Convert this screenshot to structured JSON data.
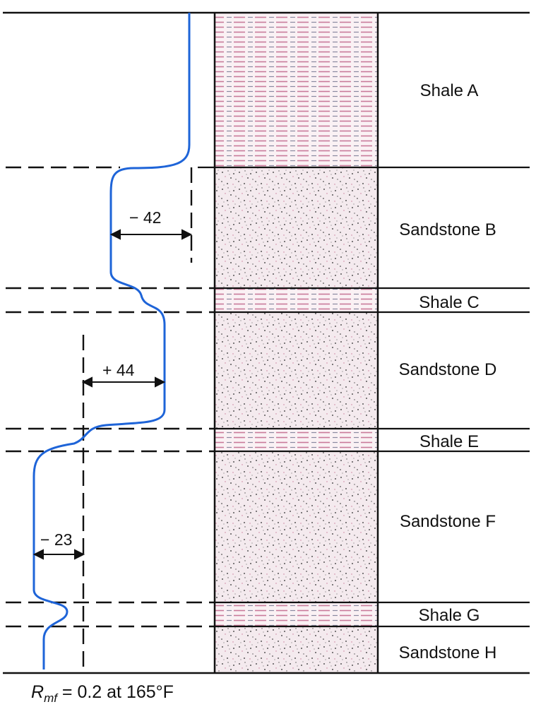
{
  "layers": [
    {
      "id": "shale-a",
      "label": "Shale A",
      "type": "shale"
    },
    {
      "id": "sandstone-b",
      "label": "Sandstone B",
      "type": "sandstone"
    },
    {
      "id": "shale-c",
      "label": "Shale C",
      "type": "shale"
    },
    {
      "id": "sandstone-d",
      "label": "Sandstone D",
      "type": "sandstone"
    },
    {
      "id": "shale-e",
      "label": "Shale E",
      "type": "shale"
    },
    {
      "id": "sandstone-f",
      "label": "Sandstone F",
      "type": "sandstone"
    },
    {
      "id": "shale-g",
      "label": "Shale G",
      "type": "shale"
    },
    {
      "id": "sandstone-h",
      "label": "Sandstone H",
      "type": "sandstone"
    }
  ],
  "deflections": {
    "b": "− 42",
    "d": "+ 44",
    "f": "− 23"
  },
  "caption": {
    "symbol": "R",
    "subscript": "mf",
    "rest": " = 0.2 at 165°F"
  },
  "colors": {
    "curve": "#1e64d8",
    "line": "#111111",
    "shale_dash": "#c97a9a",
    "sand_dot": "#2a2a2a",
    "sand_tint": "#f4eaee",
    "shale_tint": "#faf1f4"
  }
}
